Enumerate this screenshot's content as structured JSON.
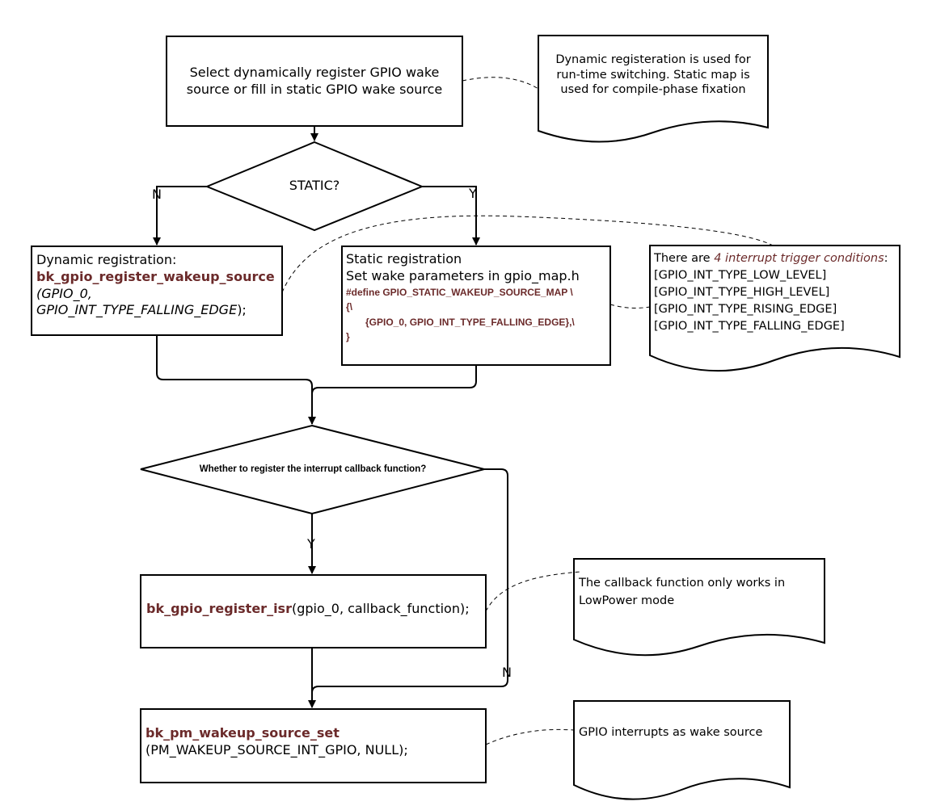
{
  "nodes": {
    "select_box": "Select dynamically register GPIO wake source or fill in static GPIO wake source",
    "static_decision": "STATIC?",
    "dynamic_box": {
      "title": "Dynamic registration:",
      "func": "bk_gpio_register_wakeup_source",
      "arg1": "(GPIO_0,",
      "arg2": "GPIO_INT_TYPE_FALLING_EDGE",
      "close": ");"
    },
    "static_box": {
      "title": "Static registration",
      "subtitle": "Set wake parameters in gpio_map.h",
      "code1": "#define GPIO_STATIC_WAKEUP_SOURCE_MAP  \\",
      "code2": "{\\",
      "code3": "{GPIO_0, GPIO_INT_TYPE_FALLING_EDGE},\\",
      "code4": "}"
    },
    "callback_decision": "Whether to register the interrupt callback function?",
    "isr_box": {
      "func": "bk_gpio_register_isr",
      "args": "(gpio_0, callback_function);"
    },
    "pm_box": {
      "func": "bk_pm_wakeup_source_set",
      "args": "(PM_WAKEUP_SOURCE_INT_GPIO, NULL);"
    }
  },
  "notes": {
    "note_top": "Dynamic registeration is used for run-time switching. Static map is used for compile-phase fixation",
    "note_trigger": {
      "intro": "There are ",
      "highlight": "4 interrupt trigger conditions",
      "colon": ":",
      "items": [
        "[GPIO_INT_TYPE_LOW_LEVEL]",
        "[GPIO_INT_TYPE_HIGH_LEVEL]",
        "[GPIO_INT_TYPE_RISING_EDGE]",
        "[GPIO_INT_TYPE_FALLING_EDGE]"
      ]
    },
    "note_callback": "The callback function only works in LowPower mode",
    "note_wake": "GPIO interrupts as wake source"
  },
  "edge_labels": {
    "static_no": "N",
    "static_yes": "Y",
    "callback_yes": "Y",
    "callback_no": "N"
  },
  "colors": {
    "function_name": "#6b2a2a",
    "stroke": "#000000"
  }
}
